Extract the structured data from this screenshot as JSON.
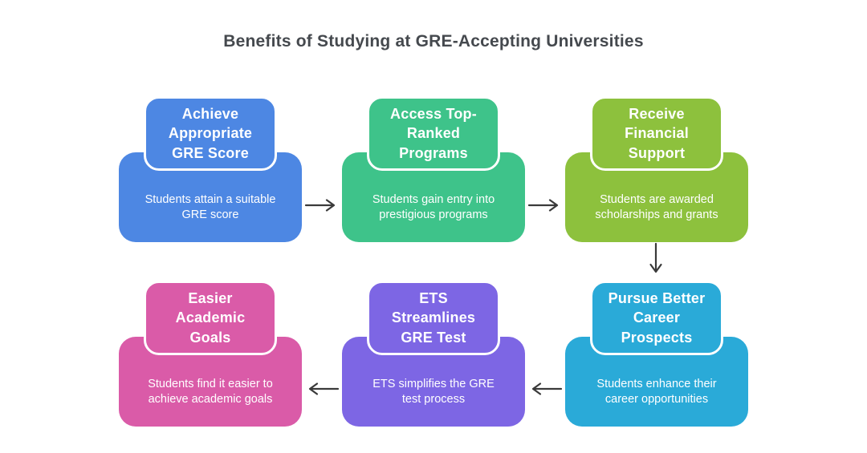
{
  "title": "Benefits of Studying at GRE-Accepting Universities",
  "colors": {
    "background": "#ffffff",
    "title_text": "#45494e",
    "card_text": "#ffffff",
    "arrow": "#3a3a3a",
    "blue": "#4d87e3",
    "green": "#3ec38a",
    "olive": "#8dc13d",
    "cyan": "#2aaad8",
    "purple": "#7d66e4",
    "pink": "#da5ba8"
  },
  "cards": [
    {
      "id": "achieve-appropriate-gre-score",
      "heading": "Achieve\nAppropriate\nGRE Score",
      "description": "Students attain a suitable\nGRE score",
      "color": "#4d87e3"
    },
    {
      "id": "access-top-ranked-programs",
      "heading": "Access Top-\nRanked\nPrograms",
      "description": "Students gain entry into\nprestigious programs",
      "color": "#3ec38a"
    },
    {
      "id": "receive-financial-support",
      "heading": "Receive\nFinancial\nSupport",
      "description": "Students are awarded\nscholarships and grants",
      "color": "#8dc13d"
    },
    {
      "id": "pursue-better-career-prospects",
      "heading": "Pursue Better\nCareer\nProspects",
      "description": "Students enhance their\ncareer opportunities",
      "color": "#2aaad8"
    },
    {
      "id": "ets-streamlines-gre-test",
      "heading": "ETS\nStreamlines\nGRE Test",
      "description": "ETS simplifies the GRE\ntest process",
      "color": "#7d66e4"
    },
    {
      "id": "easier-academic-goals",
      "heading": "Easier\nAcademic\nGoals",
      "description": "Students find it easier to\nachieve academic goals",
      "color": "#da5ba8"
    }
  ],
  "connections": [
    {
      "from": "achieve-appropriate-gre-score",
      "to": "access-top-ranked-programs",
      "direction": "right"
    },
    {
      "from": "access-top-ranked-programs",
      "to": "receive-financial-support",
      "direction": "right"
    },
    {
      "from": "receive-financial-support",
      "to": "pursue-better-career-prospects",
      "direction": "down"
    },
    {
      "from": "pursue-better-career-prospects",
      "to": "ets-streamlines-gre-test",
      "direction": "left"
    },
    {
      "from": "ets-streamlines-gre-test",
      "to": "easier-academic-goals",
      "direction": "left"
    }
  ]
}
